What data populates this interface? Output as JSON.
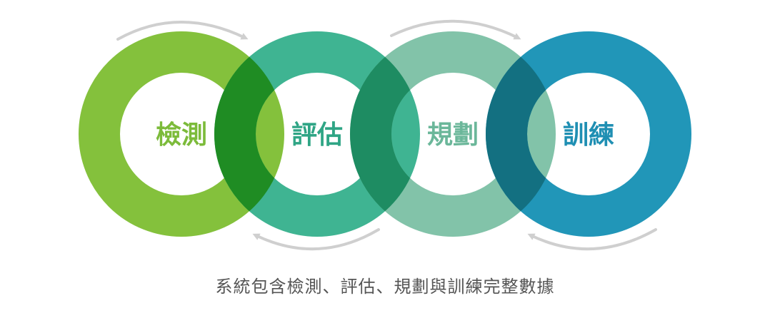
{
  "stages": [
    {
      "label": "檢測",
      "color": "#84c13c",
      "text_color": "#7cbb3a"
    },
    {
      "label": "評估",
      "color": "#3fb492",
      "text_color": "#2fa585"
    },
    {
      "label": "規劃",
      "color": "#82c3a9",
      "text_color": "#6bb79a"
    },
    {
      "label": "訓練",
      "color": "#2196b8",
      "text_color": "#1f8fb3"
    }
  ],
  "overlap_colors": [
    "#1f8c23",
    "#1e8c62",
    "#137081"
  ],
  "arrow_color": "#cfcfcf",
  "caption": "系統包含檢測、評估、規劃與訓練完整數據"
}
